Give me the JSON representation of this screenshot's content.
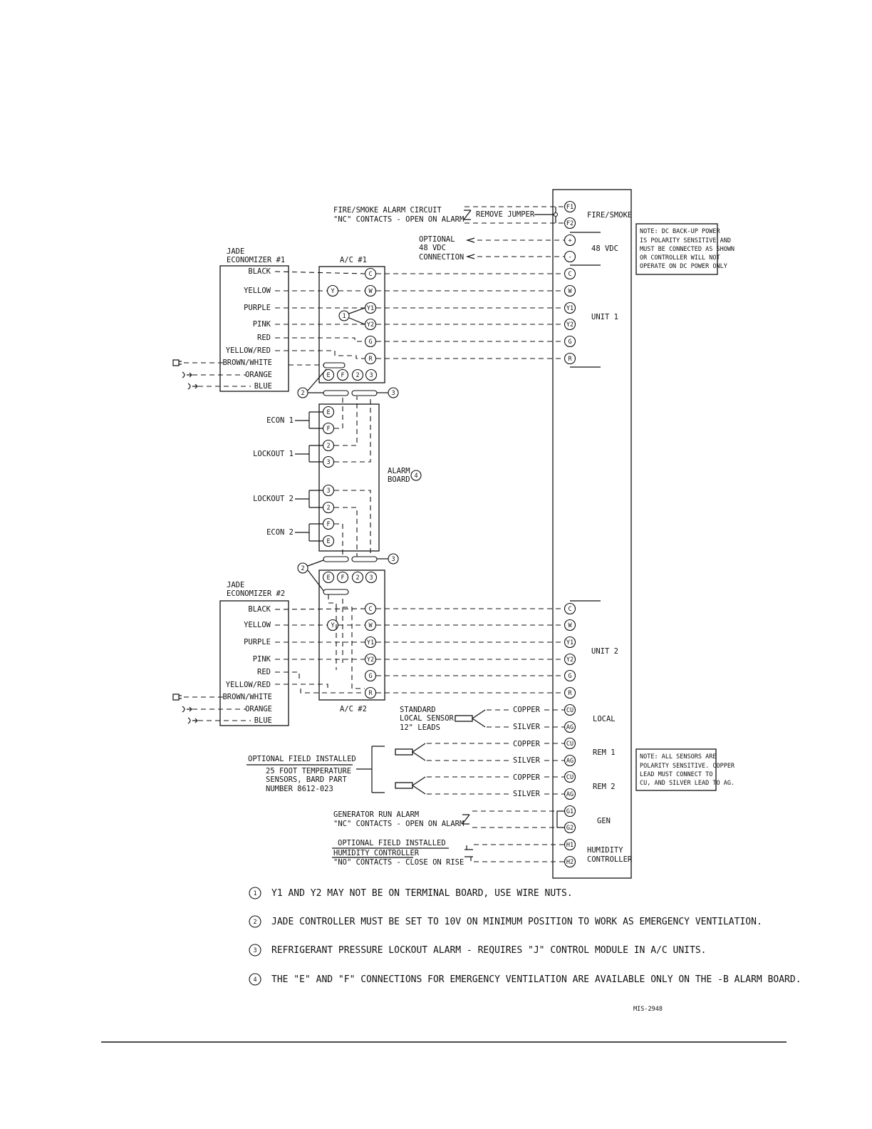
{
  "panel": {
    "groups": {
      "fire_smoke": "FIRE/SMOKE",
      "vdc48": "48 VDC",
      "unit1": "UNIT 1",
      "unit2": "UNIT 2",
      "local": "LOCAL",
      "rem1": "REM 1",
      "rem2": "REM 2",
      "gen": "GEN",
      "humidity1": "HUMIDITY",
      "humidity2": "CONTROLLER"
    },
    "terminals": {
      "f1": "F1",
      "f2": "F2",
      "plus": "+",
      "minus": "-",
      "c": "C",
      "w": "W",
      "y1": "Y1",
      "y2": "Y2",
      "g": "G",
      "r": "R",
      "cu": "CU",
      "ag": "AG",
      "g1": "G1",
      "g2": "G2",
      "h1": "H1",
      "h2": "H2"
    }
  },
  "fire_alarm": {
    "line1": "FIRE/SMOKE ALARM CIRCUIT",
    "line2": "\"NC\" CONTACTS - OPEN ON ALARM",
    "jumper": "REMOVE JUMPER"
  },
  "optional_48": {
    "line1": "OPTIONAL",
    "line2": "48 VDC",
    "line3": "CONNECTION"
  },
  "note_dc": [
    "NOTE:  DC BACK-UP POWER",
    "IS POLARITY SENSITIVE AND",
    "MUST BE CONNECTED AS SHOWN",
    "OR CONTROLLER WILL NOT",
    "OPERATE ON DC POWER ONLY"
  ],
  "note_sensor": [
    "NOTE:  ALL SENSORS ARE",
    "POLARITY SENSITIVE. COPPER",
    "LEAD MUST CONNECT TO",
    "CU, AND SILVER LEAD TO AG."
  ],
  "econ1": {
    "title1": "JADE",
    "title2": "ECONOMIZER #1",
    "wires": [
      "BLACK",
      "YELLOW",
      "PURPLE",
      "PINK",
      "RED",
      "YELLOW/RED",
      "BROWN/WHITE",
      "ORANGE",
      "BLUE"
    ]
  },
  "econ2": {
    "title1": "JADE",
    "title2": "ECONOMIZER #2",
    "wires": [
      "BLACK",
      "YELLOW",
      "PURPLE",
      "PINK",
      "RED",
      "YELLOW/RED",
      "BROWN/WHITE",
      "ORANGE",
      "BLUE"
    ]
  },
  "ac1": {
    "title": "A/C #1"
  },
  "ac2": {
    "title": "A/C #2"
  },
  "ac_terms": {
    "c": "C",
    "w": "W",
    "y1": "Y1",
    "y2": "Y2",
    "g": "G",
    "r": "R",
    "y": "Y",
    "e": "E",
    "f": "F",
    "two": "2",
    "three": "3",
    "one": "1",
    "four": "4"
  },
  "alarm_board": {
    "line1": "ALARM",
    "line2": "BOARD",
    "econ1": "ECON 1",
    "lockout1": "LOCKOUT 1",
    "lockout2": "LOCKOUT 2",
    "econ2": "ECON 2"
  },
  "sensors": {
    "std1": "STANDARD",
    "std2": "LOCAL SENSOR",
    "std3": "12\" LEADS",
    "copper": "COPPER",
    "silver": "SILVER",
    "opt_title": "OPTIONAL FIELD INSTALLED",
    "opt1": "25 FOOT TEMPERATURE",
    "opt2": "SENSORS, BARD PART",
    "opt3": "NUMBER 8612-023"
  },
  "gen_alarm": {
    "line1": "GENERATOR RUN ALARM",
    "line2": "\"NC\" CONTACTS - OPEN ON ALARM"
  },
  "humidity": {
    "title": "OPTIONAL FIELD INSTALLED",
    "line1": "HUMIDITY CONTROLLER",
    "line2": "\"NO\" CONTACTS - CLOSE ON RISE"
  },
  "footnotes": [
    {
      "num": "1",
      "text": "Y1 AND Y2 MAY NOT BE ON TERMINAL BOARD, USE WIRE NUTS."
    },
    {
      "num": "2",
      "text": "JADE CONTROLLER MUST BE SET TO 10V ON MINIMUM POSITION TO WORK AS EMERGENCY VENTILATION."
    },
    {
      "num": "3",
      "text": "REFRIGERANT PRESSURE LOCKOUT ALARM - REQUIRES \"J\" CONTROL MODULE IN A/C UNITS."
    },
    {
      "num": "4",
      "text": "THE \"E\" AND \"F\" CONNECTIONS FOR EMERGENCY VENTILATION ARE AVAILABLE ONLY ON THE -B ALARM BOARD."
    }
  ],
  "drawing_id": "MIS-2948"
}
